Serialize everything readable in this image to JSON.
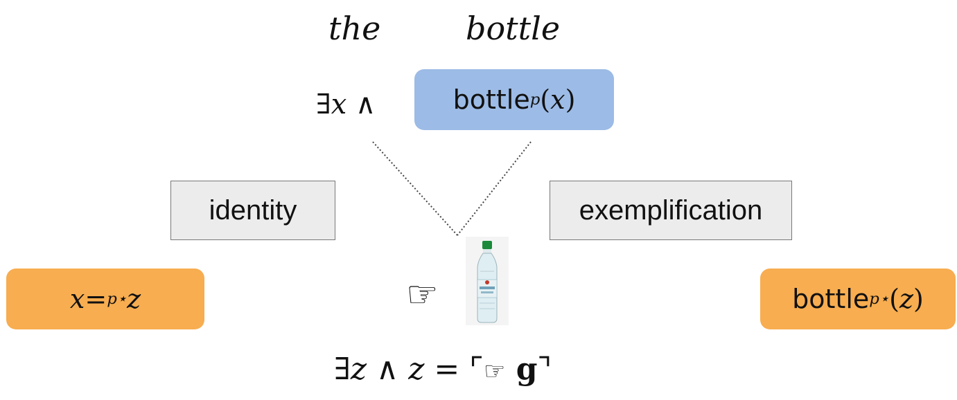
{
  "top_words": {
    "the": "the",
    "bottle": "bottle"
  },
  "formula_top": {
    "prefix": "∃",
    "variable": "x",
    "conj": " ∧ "
  },
  "predicate_top": {
    "name": "bottle",
    "subscript": "p",
    "open": "(",
    "arg": "x",
    "close": ")"
  },
  "labels": {
    "identity": "identity",
    "exemplification": "exemplification"
  },
  "identity_relation": {
    "left": "x",
    "eq": " =",
    "subscript": "p⋆",
    "right": " z"
  },
  "exemplification_relation": {
    "name": "bottle",
    "subscript": "p⋆",
    "open": "(",
    "arg": "z",
    "close": ")"
  },
  "pointer": {
    "glyph": "☞",
    "icon": "pointing-hand-icon",
    "image": "water-bottle"
  },
  "formula_bottom": {
    "prefix": "∃",
    "variable": "z",
    "conj": " ∧ ",
    "variable2": "z",
    "eq": " = ",
    "lq": "⌜",
    "hand": "☞",
    "g": " g",
    "rq": "⌝"
  },
  "colors": {
    "blue_box": "#9cbbe6",
    "orange_box": "#f7ad50",
    "gray_box": "#ececec"
  }
}
